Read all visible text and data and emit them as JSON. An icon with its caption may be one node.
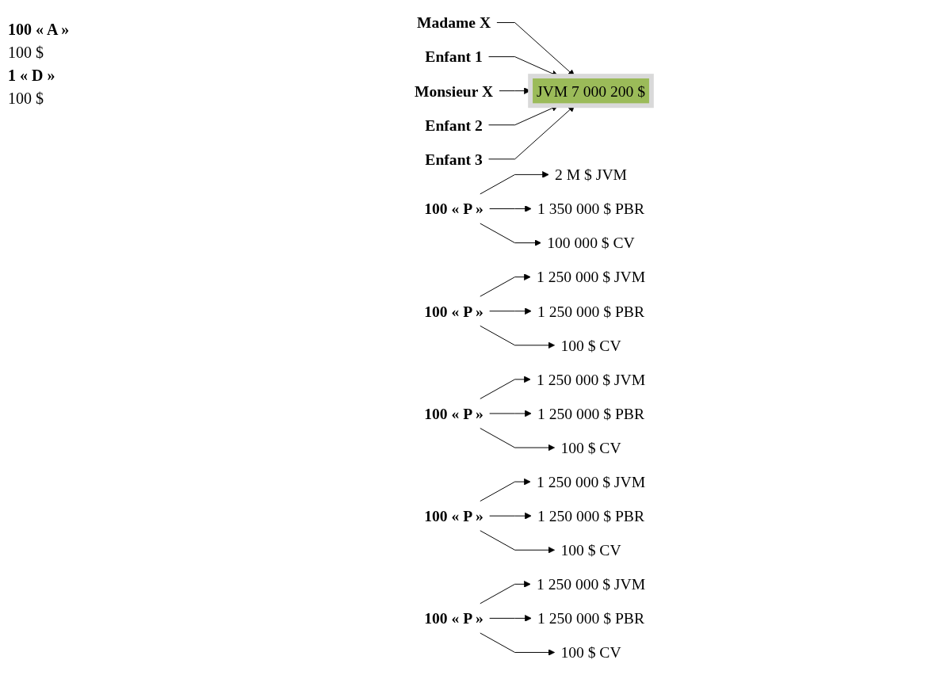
{
  "diagram": {
    "nodes": [
      {
        "text": [
          "Madame X"
        ]
      },
      {
        "text": [
          "2 M $ JVM"
        ]
      },
      {
        "text": [
          "1 350 000 $ PBR"
        ]
      },
      {
        "text": [
          "100 « P »"
        ]
      },
      {
        "text": [
          "100 000 $ CV"
        ]
      },
      {
        "text": [
          "Enfant 1"
        ]
      },
      {
        "text": [
          "1 250 000 $ JVM"
        ]
      },
      {
        "text": [
          "100 « P »"
        ]
      },
      {
        "text": [
          "1 250 000 $ PBR"
        ]
      },
      {
        "text": [
          "100 $ CV"
        ]
      },
      {
        "text": [
          "Monsieur X"
        ]
      },
      {
        "text": [
          "1 250 000 $ JVM"
        ]
      },
      {
        "text": [
          "100 « P »"
        ]
      },
      {
        "text": [
          "1 250 000 $ PBR"
        ]
      },
      {
        "text": [
          "100 $ CV"
        ]
      },
      {
        "text": [
          "JVM 7 000 200 $"
        ]
      },
      {
        "text": [
          "Enfant 2"
        ]
      },
      {
        "text": [
          "1 250 000 $ JVM"
        ]
      },
      {
        "text": [
          "100 « P »"
        ]
      },
      {
        "text": [
          "1 250 000 $ PBR"
        ]
      },
      {
        "text": [
          "100 $ CV"
        ]
      },
      {
        "text": [
          "Enfant 3"
        ]
      },
      {
        "text": [
          "1 250 000 $ JVM"
        ]
      },
      {
        "text": [
          "100 « P »"
        ]
      },
      {
        "text": [
          "1 250 000 $ PBR"
        ]
      },
      {
        "text": [
          "100 $ CV"
        ]
      }
    ],
    "edges": [
      {
        "from": 3,
        "to": 1,
        "arrow": "to"
      },
      {
        "from": 3,
        "to": 2,
        "arrow": "to"
      },
      {
        "from": 3,
        "to": 4,
        "arrow": "to"
      },
      {
        "from": 0,
        "to": 15,
        "arrow": "to"
      },
      {
        "from": 5,
        "to": 15,
        "arrow": "to"
      },
      {
        "from": 7,
        "to": 6,
        "arrow": "to"
      },
      {
        "from": 7,
        "to": 8,
        "arrow": "to"
      },
      {
        "from": 7,
        "to": 9,
        "arrow": "to"
      },
      {
        "from": 10,
        "to": 15,
        "arrow": "to"
      },
      {
        "from": 12,
        "to": 11,
        "arrow": "to"
      },
      {
        "from": 12,
        "to": 13,
        "arrow": "to"
      },
      {
        "from": 12,
        "to": 14,
        "arrow": "to"
      },
      {
        "from": 16,
        "to": 15,
        "arrow": "to"
      },
      {
        "from": 18,
        "to": 17,
        "arrow": "to"
      },
      {
        "from": 18,
        "to": 19,
        "arrow": "to"
      },
      {
        "from": 18,
        "to": 20,
        "arrow": "to"
      },
      {
        "from": 21,
        "to": 15,
        "arrow": "to"
      },
      {
        "from": 23,
        "to": 22,
        "arrow": "to"
      },
      {
        "from": 23,
        "to": 24,
        "arrow": "to"
      },
      {
        "from": 23,
        "to": 25,
        "arrow": "to"
      }
    ],
    "labels": [
      "100 « A »",
      "100 $",
      "1 « D »",
      "100 $"
    ]
  }
}
